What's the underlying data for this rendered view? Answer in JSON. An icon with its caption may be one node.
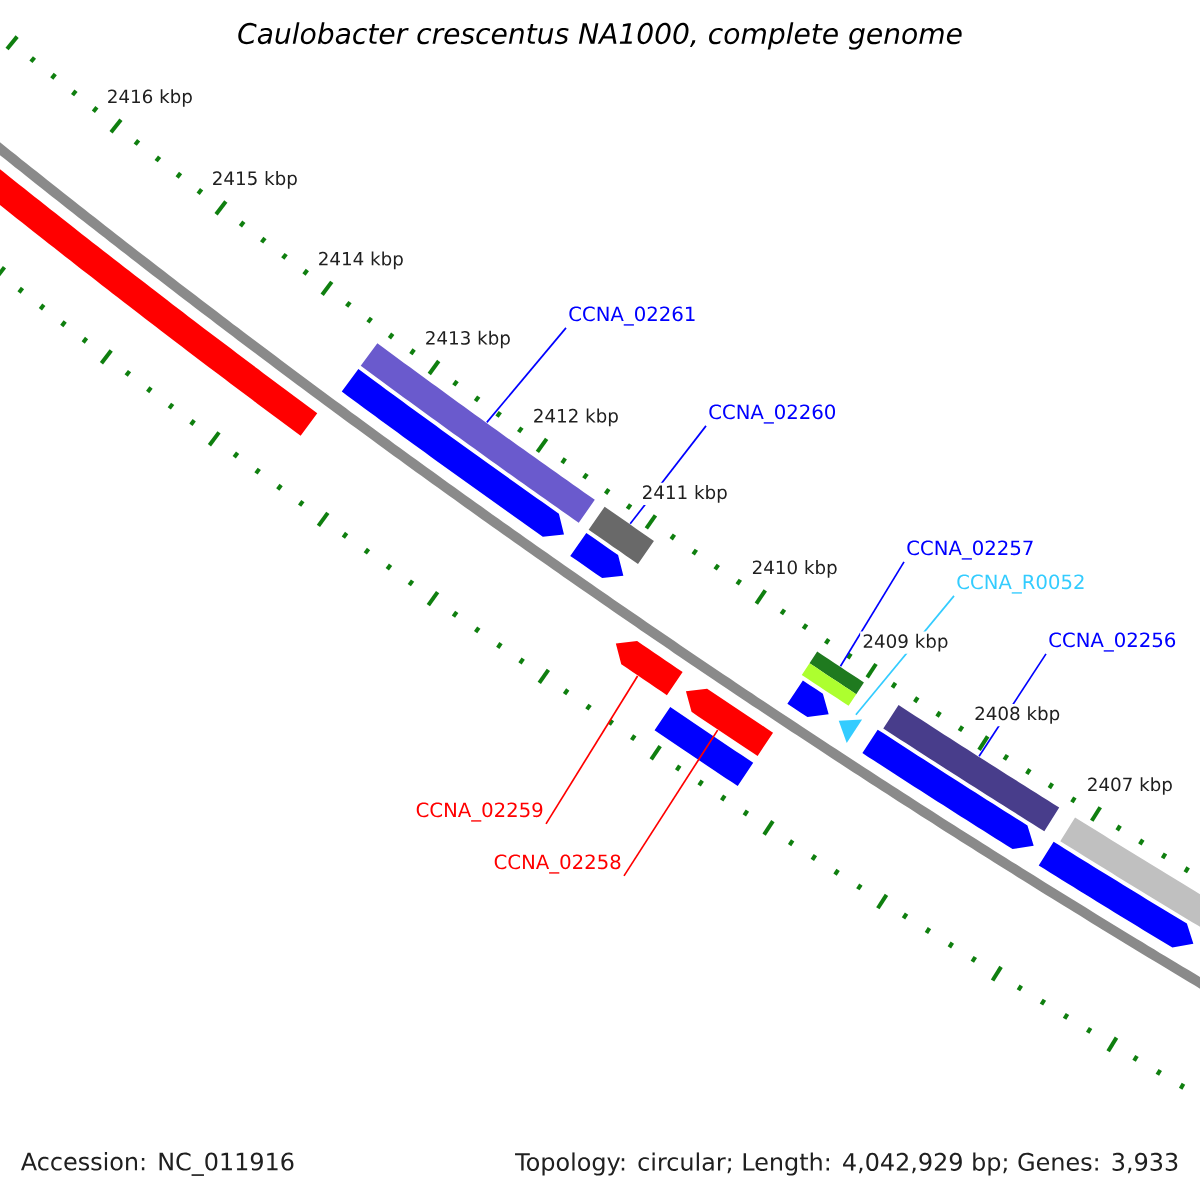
{
  "diagram": {
    "title": "Caulobacter crescentus NA1000, complete genome",
    "nodes": [
      {
        "text": [
          "CCNA_02261"
        ]
      },
      {
        "text": [
          "CCNA_02260"
        ]
      },
      {
        "text": [
          "CCNA_02257"
        ]
      },
      {
        "text": [
          "CCNA_R0052"
        ]
      },
      {
        "text": [
          "CCNA_02256"
        ]
      },
      {
        "text": [
          "CCNA_02259"
        ]
      },
      {
        "text": [
          "CCNA_02258"
        ]
      },
      {
        "text": [],
        "shape": "bar"
      },
      {
        "text": [],
        "shape": "arrow"
      },
      {
        "text": [],
        "shape": "bar"
      },
      {
        "text": [],
        "shape": "arrow"
      },
      {
        "text": [],
        "shape": "bar"
      },
      {
        "text": [],
        "shape": "arrow"
      },
      {
        "text": [],
        "shape": "bar"
      },
      {
        "text": [],
        "shape": "arrow"
      },
      {
        "text": [],
        "shape": "arrow"
      },
      {
        "text": [],
        "shape": "bar"
      },
      {
        "text": [],
        "shape": "triangle"
      },
      {
        "text": [],
        "shape": "arrow"
      },
      {
        "text": [],
        "shape": "bar"
      },
      {
        "text": [],
        "shape": "arrow"
      },
      {
        "text": [],
        "shape": "bar"
      }
    ],
    "edges": [
      {
        "from": 0,
        "to": 9,
        "arrow": "none"
      },
      {
        "from": 1,
        "to": 11,
        "arrow": "none"
      },
      {
        "from": 2,
        "to": 16,
        "arrow": "none"
      },
      {
        "from": 3,
        "to": 17,
        "arrow": "none",
        "color": "#33ccff"
      },
      {
        "from": 4,
        "to": 19,
        "arrow": "none"
      },
      {
        "from": 5,
        "to": 12,
        "arrow": "none",
        "color": "#ff0000"
      },
      {
        "from": 6,
        "to": 14,
        "arrow": "none",
        "color": "#ff0000"
      }
    ],
    "labels": [
      "2416 kbp",
      "2415 kbp",
      "2414 kbp",
      "2413 kbp",
      "2412 kbp",
      "2411 kbp",
      "2410 kbp",
      "2409 kbp",
      "2408 kbp",
      "2407 kbp",
      "Accession: NC_011916",
      "Topology: circular; Length: 4,042,929 bp; Genes: 3,933"
    ]
  }
}
